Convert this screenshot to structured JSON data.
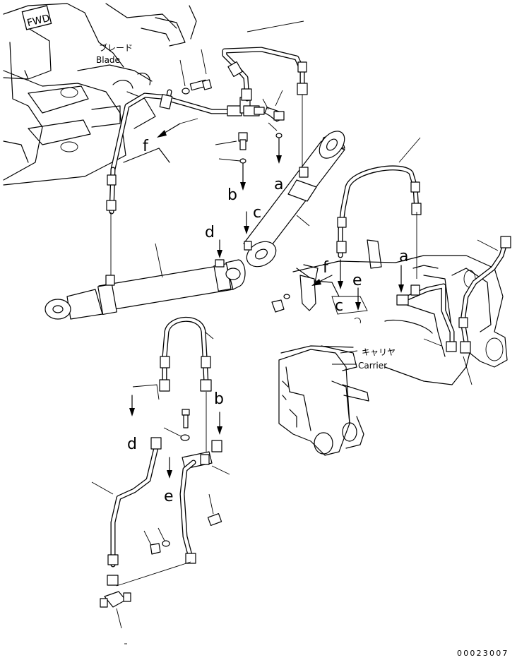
{
  "fwd_badge": "FWD",
  "blade_label_jp": "ブレード",
  "blade_label_en": "Blade",
  "carrier_label_jp": "キャリヤ",
  "carrier_label_en": "Carrier",
  "ref_letters": {
    "a": "a",
    "b": "b",
    "c": "c",
    "d": "d",
    "e": "e",
    "f": "f"
  },
  "drawing_number": "00023007"
}
